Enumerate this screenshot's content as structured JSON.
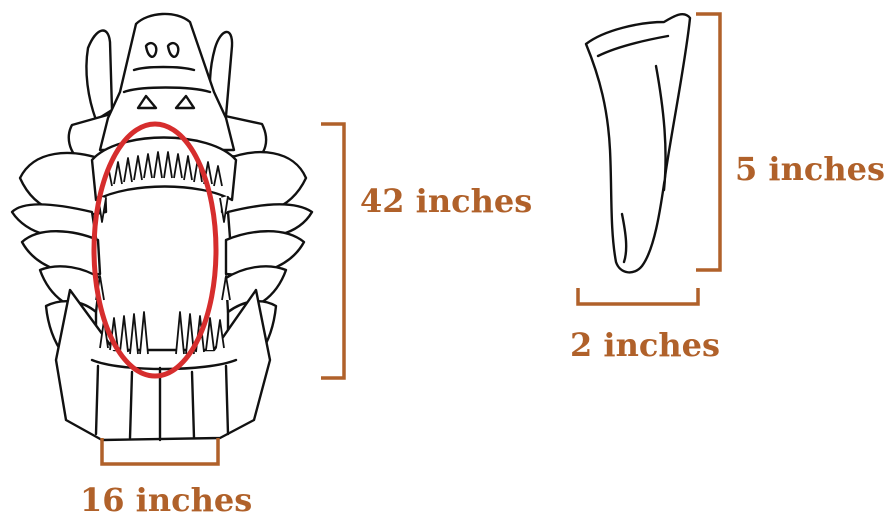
{
  "labels": {
    "jaw_height": "42 inches",
    "jaw_width": "16 inches",
    "tooth_height": "5 inches",
    "tooth_width": "2 inches"
  },
  "colors": {
    "measure": "#b0612a",
    "highlight": "#d62d2d",
    "outline": "#111111",
    "background": "#ffffff"
  }
}
